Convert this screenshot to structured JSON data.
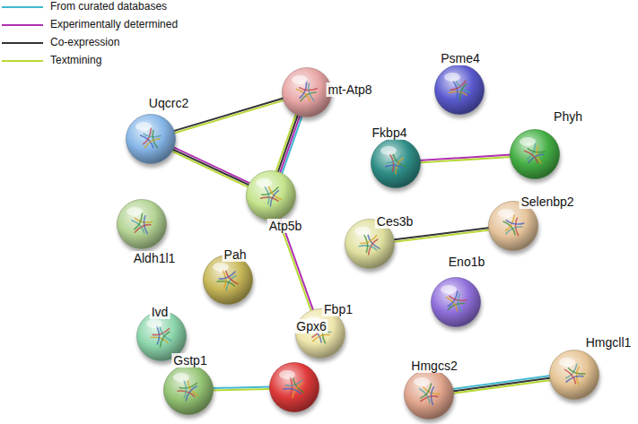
{
  "diagram": {
    "nodes": [
      {
        "text": [
          "mt-Atp8"
        ]
      },
      {
        "text": [
          "Psme4"
        ]
      },
      {
        "text": [
          "Uqcrc2"
        ]
      },
      {
        "text": [
          "Fkbp4"
        ]
      },
      {
        "text": [
          "Phyh"
        ]
      },
      {
        "text": [
          "Atp5b"
        ]
      },
      {
        "text": [
          "Aldh1l1"
        ]
      },
      {
        "text": [
          "Ces3b"
        ]
      },
      {
        "text": [
          "Selenbp2"
        ]
      },
      {
        "text": [
          "Pah"
        ]
      },
      {
        "text": [
          "Eno1b"
        ]
      },
      {
        "text": [
          "Ivd"
        ]
      },
      {
        "text": [
          "Fbp1"
        ]
      },
      {
        "text": [
          "Gpx6"
        ]
      },
      {
        "text": [
          "Hmgcll1"
        ]
      },
      {
        "text": [
          "Gstp1"
        ]
      },
      {
        "text": [
          "Hmgcs2"
        ]
      }
    ],
    "edges": [
      {
        "from": 2,
        "to": 0,
        "arrow": "none"
      },
      {
        "from": 0,
        "to": 5,
        "arrow": "none"
      },
      {
        "from": 2,
        "to": 5,
        "arrow": "none"
      },
      {
        "from": 5,
        "to": 12,
        "arrow": "none"
      },
      {
        "from": 3,
        "to": 4,
        "arrow": "none"
      },
      {
        "from": 7,
        "to": 8,
        "arrow": "none"
      },
      {
        "from": 15,
        "to": 13,
        "arrow": "none"
      },
      {
        "from": 16,
        "to": 14,
        "arrow": "none"
      }
    ],
    "legend": [
      {
        "text": "From curated databases"
      },
      {
        "text": "Experimentally determined"
      },
      {
        "text": "Co-expression"
      },
      {
        "text": "Textmining"
      }
    ]
  }
}
